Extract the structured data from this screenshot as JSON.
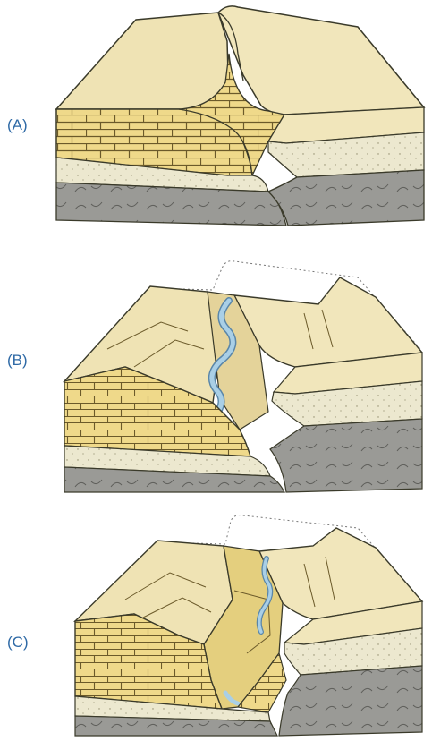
{
  "figure": {
    "panels": [
      {
        "label": "(A)"
      },
      {
        "label": "(B)"
      },
      {
        "label": "(C)"
      }
    ],
    "colors": {
      "surface": "#efe3b4",
      "limestone": "#efd98a",
      "mortar": "#6b5a2a",
      "sand": "#ece8cf",
      "bedrock": "#9a9a96",
      "river": "#a9cfe6",
      "label": "#2f6aa6"
    }
  }
}
